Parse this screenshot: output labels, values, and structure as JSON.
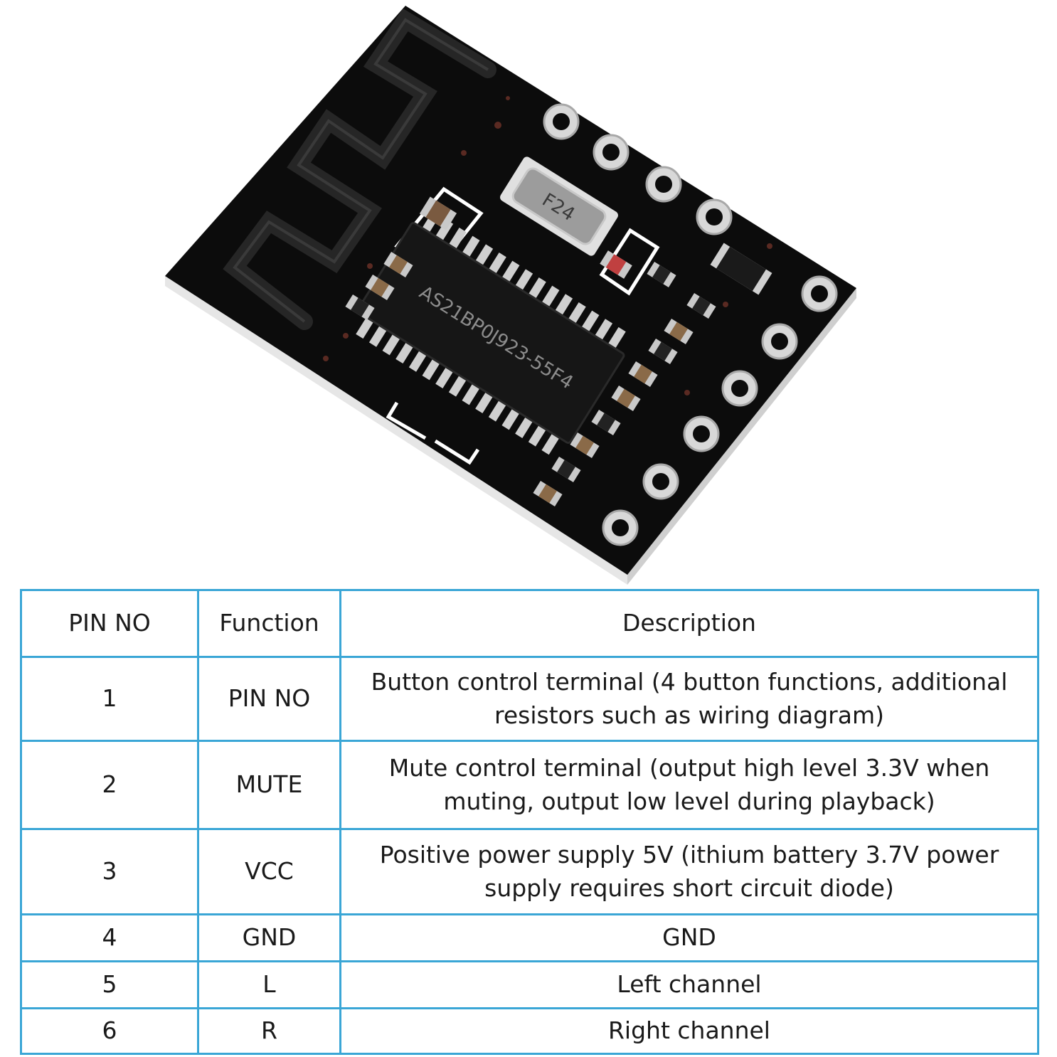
{
  "board": {
    "chip_marking_line1": "AS21BP0J923-55F4",
    "crystal_marking": "F24",
    "colors": {
      "pcb": "#0c0c0c",
      "pcb_edge": "#e6e6e6",
      "silkscreen": "#ffffff",
      "antenna": "#242424",
      "chip": "#161616",
      "pad_metal": "#d8d8d8"
    }
  },
  "pinout_table": {
    "border_color": "#3aa6d6",
    "headers": [
      "PIN NO",
      "Function",
      "Description"
    ],
    "rows": [
      {
        "pin": "1",
        "function": "PIN NO",
        "description": "Button control terminal (4 button functions, additional resistors such as wiring diagram)"
      },
      {
        "pin": "2",
        "function": "MUTE",
        "description": "Mute control terminal (output high level 3.3V when muting, output low level during playback)"
      },
      {
        "pin": "3",
        "function": "VCC",
        "description": "Positive power supply 5V (ithium battery 3.7V power supply requires short circuit diode)"
      },
      {
        "pin": "4",
        "function": "GND",
        "description": "GND"
      },
      {
        "pin": "5",
        "function": "L",
        "description": "Left channel"
      },
      {
        "pin": "6",
        "function": "R",
        "description": "Right channel"
      }
    ]
  }
}
